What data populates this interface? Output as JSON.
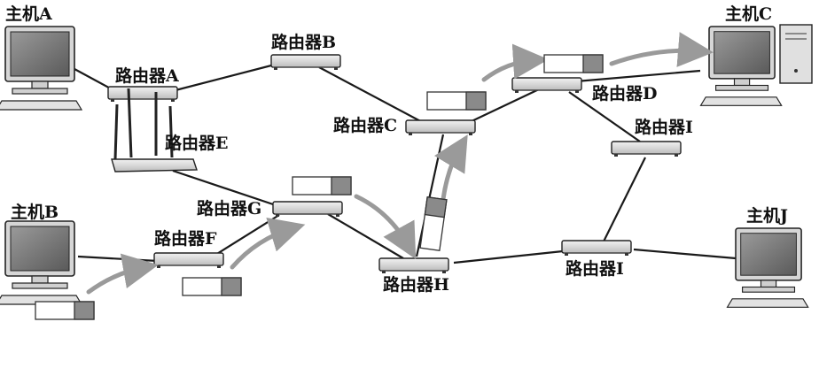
{
  "hosts": {
    "a": "主机A",
    "b": "主机B",
    "c": "主机C",
    "j": "主机J"
  },
  "routers": {
    "a": "路由器A",
    "b": "路由器B",
    "c": "路由器C",
    "d": "路由器D",
    "e": "路由器E",
    "f": "路由器F",
    "g": "路由器G",
    "h": "路由器H",
    "i_upper": "路由器I",
    "i_lower": "路由器I"
  },
  "colors": {
    "line": "#1a1a1a",
    "arrow": "#9a9a9a",
    "packet_fill": "#ffffff",
    "packet_header": "#8a8a8a",
    "device": "#dcdcdc"
  }
}
